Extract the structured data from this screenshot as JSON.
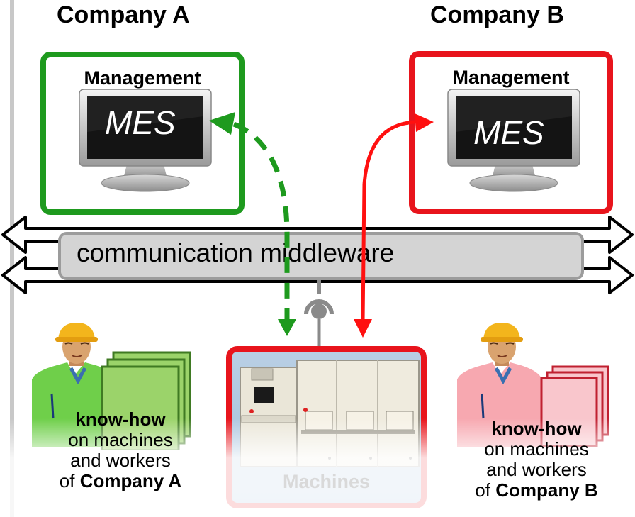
{
  "company_a": {
    "title": "Company A",
    "management": "Management",
    "mes": "MES",
    "accent": "#1e9a1e",
    "knowhow": {
      "bold": "know-how",
      "line2": "on machines",
      "line3": "and workers",
      "line4_prefix": "of ",
      "line4_company": "Company A"
    }
  },
  "company_b": {
    "title": "Company B",
    "management": "Management",
    "mes": "MES",
    "accent": "#e8141c",
    "knowhow": {
      "bold": "know-how",
      "line2": "on machines",
      "line3": "and workers",
      "line4_prefix": "of ",
      "line4_company": "Company B"
    }
  },
  "middleware": {
    "label": "communication middleware"
  },
  "machines": {
    "label": "Machines"
  }
}
